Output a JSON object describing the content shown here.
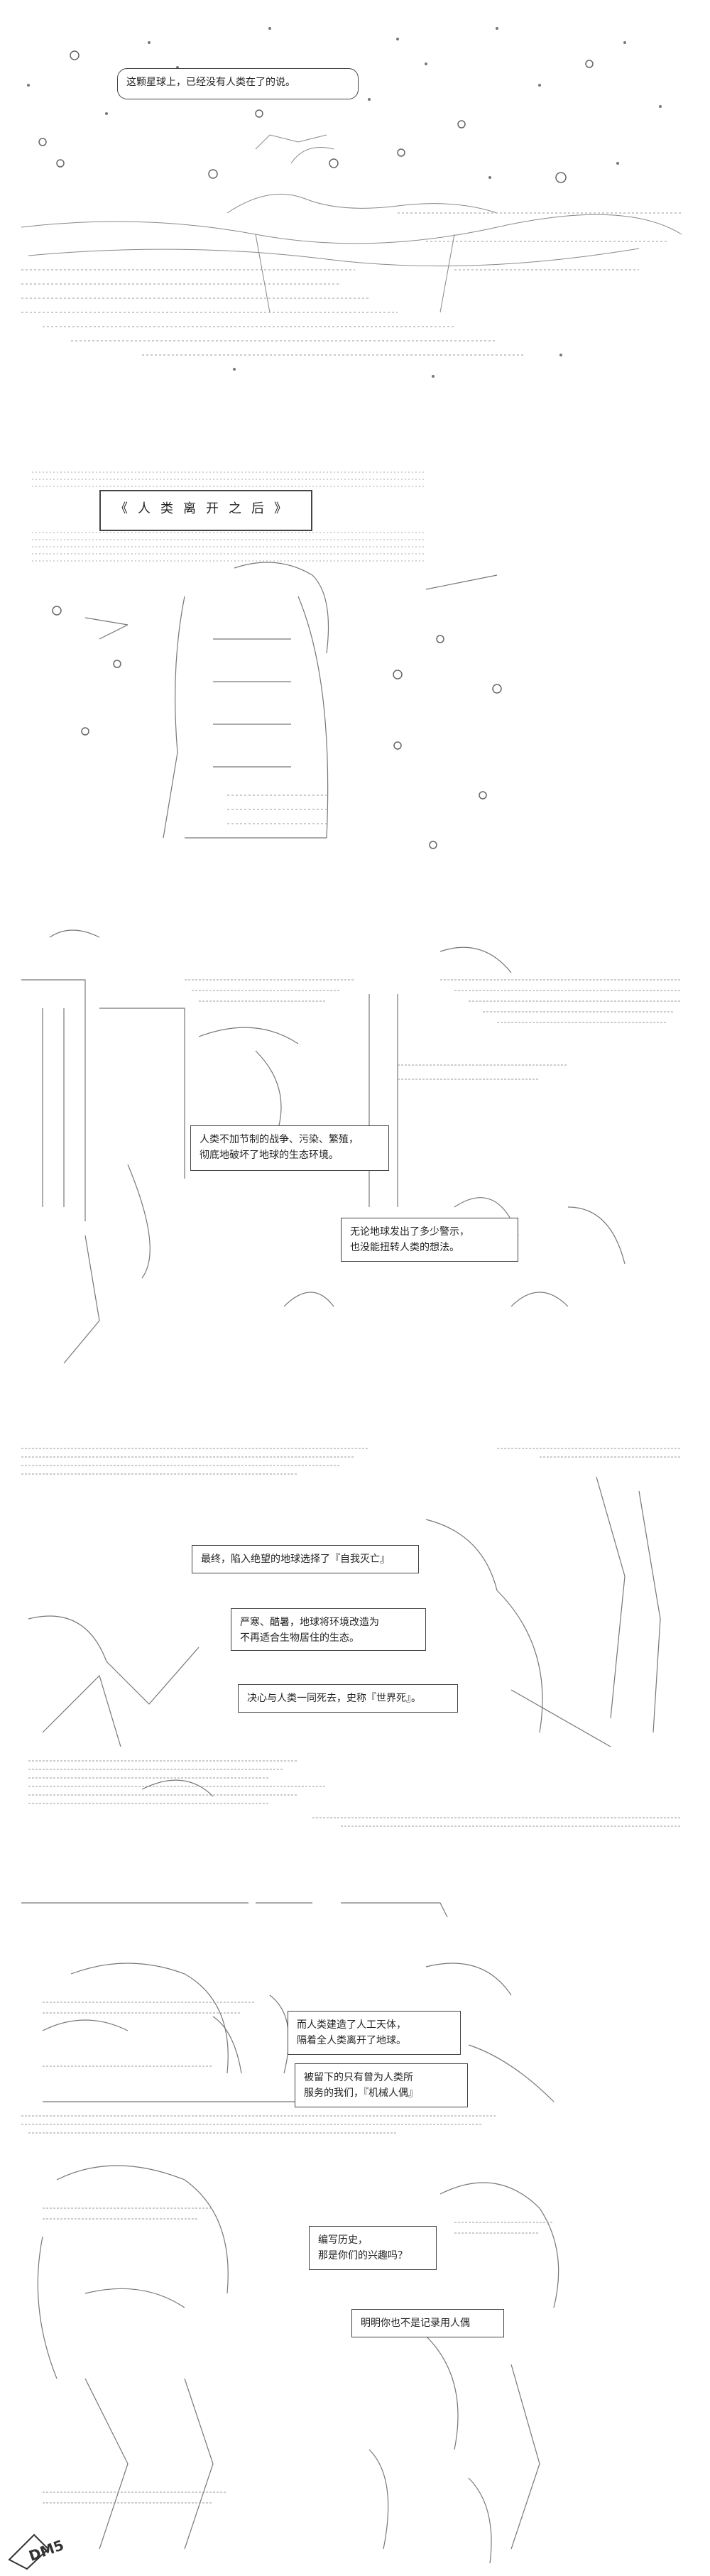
{
  "panel1": {
    "caption": "这颗星球上，已经没有人类在了的说。"
  },
  "panel2": {
    "title": "《人类离开之后》"
  },
  "panel3": {
    "caption_a": "人类不加节制的战争、污染、繁殖，\n彻底地破坏了地球的生态环境。",
    "caption_b": "无论地球发出了多少警示，\n也没能扭转人类的想法。"
  },
  "panel4": {
    "caption_a": "最终，陷入绝望的地球选择了『自我灭亡』",
    "caption_b": "严寒、酷暑，地球将环境改造为\n不再适合生物居住的生态。",
    "caption_c": "决心与人类一同死去，史称『世界死』。"
  },
  "panel5": {
    "caption_a": "而人类建造了人工天体，\n隔着全人类离开了地球。",
    "caption_b": "被留下的只有曾为人类所\n服务的我们，『机械人偶』"
  },
  "panel6": {
    "caption_a": "编写历史，\n那是你们的兴趣吗？",
    "caption_b": "明明你也不是记录用人偶"
  },
  "watermark": {
    "text": "DM5"
  }
}
